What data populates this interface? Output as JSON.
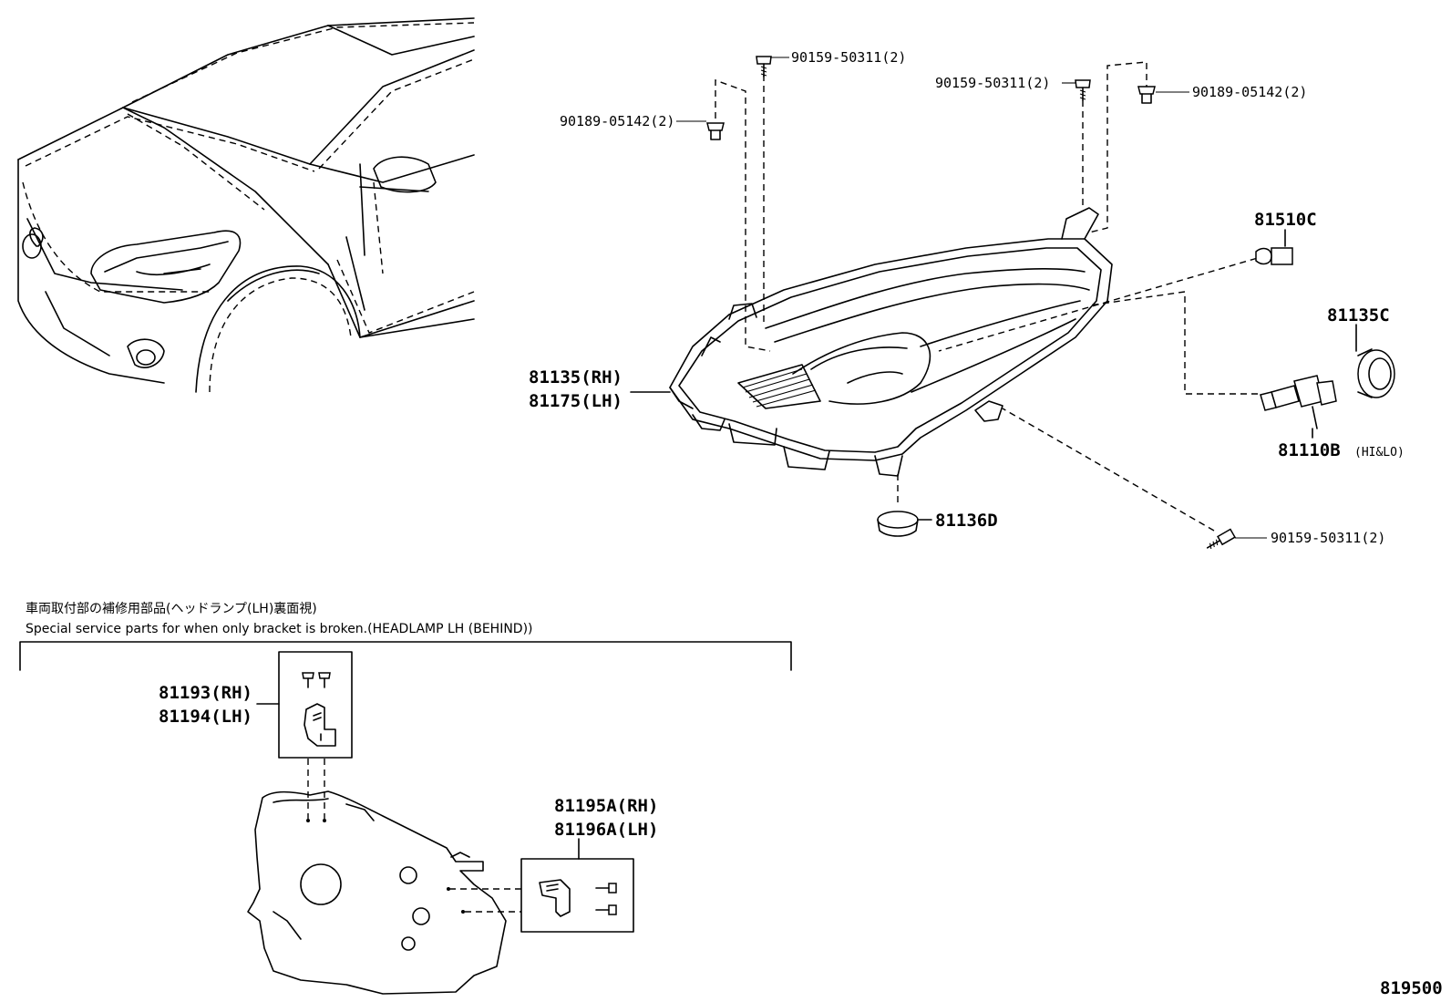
{
  "labels": {
    "bolt_top_left": "90159-50311(2)",
    "clip_top_left": "90189-05142(2)",
    "bolt_top_right": "90159-50311(2)",
    "clip_top_right": "90189-05142(2)",
    "bulb_81510c": "81510C",
    "cover_81135c": "81135C",
    "headlamp_rh": "81135(RH)",
    "headlamp_lh": "81175(LH)",
    "bulb_81110b": "81110B",
    "bulb_81110b_note": "(HI&LO)",
    "cap_81136d": "81136D",
    "bolt_bottom_right": "90159-50311(2)",
    "bracket_upper_rh": "81193(RH)",
    "bracket_upper_lh": "81194(LH)",
    "bracket_side_rh": "81195A(RH)",
    "bracket_side_lh": "81196A(LH)"
  },
  "notes": {
    "japanese": "車両取付部の補修用部品(ヘッドランプ(LH)裏面視)",
    "english": "Special service parts for when only bracket is broken.(HEADLAMP LH (BEHIND))"
  },
  "figure_number": "819500"
}
